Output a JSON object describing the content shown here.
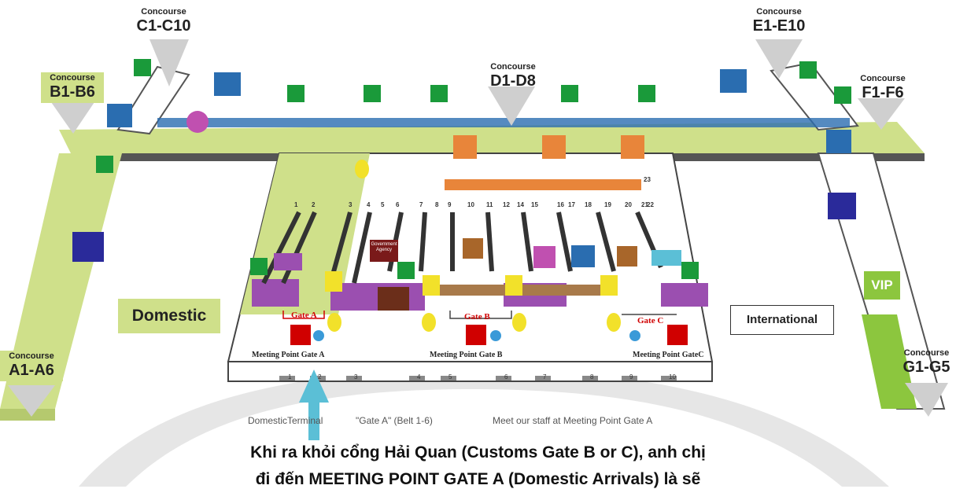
{
  "concourses": {
    "a": {
      "small": "Concourse",
      "big": "A1-A6"
    },
    "b": {
      "small": "Concourse",
      "big": "B1-B6"
    },
    "c": {
      "small": "Concourse",
      "big": "C1-C10"
    },
    "d": {
      "small": "Concourse",
      "big": "D1-D8"
    },
    "e": {
      "small": "Concourse",
      "big": "E1-E10"
    },
    "f": {
      "small": "Concourse",
      "big": "F1-F6"
    },
    "g": {
      "small": "Concourse",
      "big": "G1-G5"
    }
  },
  "zones": {
    "domestic": "Domestic",
    "international": "International",
    "vip": "VIP"
  },
  "gates": {
    "a": "Gate A",
    "b": "Gate B",
    "c": "Gate C"
  },
  "meeting_points": {
    "a": "Meeting Point Gate A",
    "b": "Meeting Point Gate B",
    "c": "Meeting Point GateC"
  },
  "belts": [
    "1",
    "2",
    "3",
    "4",
    "5",
    "6",
    "7",
    "8",
    "9",
    "10",
    "11",
    "12",
    "14",
    "15",
    "16",
    "17",
    "18",
    "19",
    "20",
    "21",
    "22",
    "23"
  ],
  "doors": [
    "1",
    "2",
    "3",
    "4",
    "5",
    "6",
    "7",
    "8",
    "9",
    "10"
  ],
  "signs": {
    "government_agency": "Government Agency"
  },
  "caption": {
    "part1": "DomesticTerminal",
    "part2": "\"Gate A\" (Belt 1-6)",
    "part3": "Meet our staff at Meeting Point Gate A"
  },
  "instruction": {
    "line1": "Khi ra khỏi cổng Hải Quan (Customs Gate B or C), anh chị",
    "line2": "đi đến MEETING POINT GATE A (Domestic Arrivals) là sẽ"
  },
  "colors": {
    "terminal_floor": "#cfe08a",
    "corridor_blue": "#2a6db0",
    "restroom_green": "#1a9a3a",
    "gate_red": "#d00000",
    "arrow": "#5bbfd6"
  }
}
